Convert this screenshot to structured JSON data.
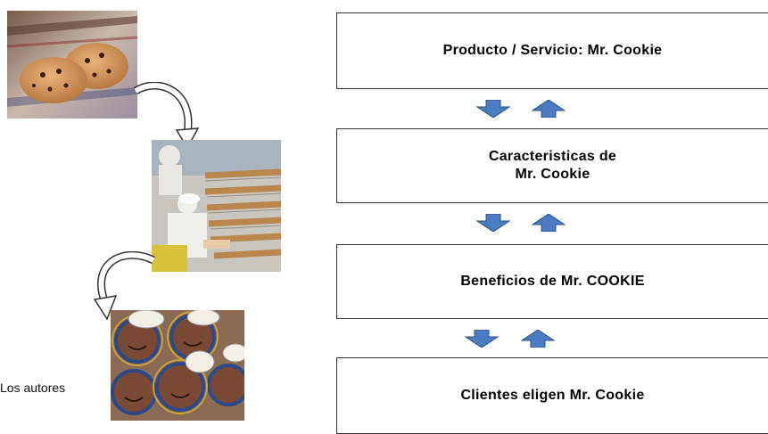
{
  "photos": {
    "cookies": {
      "icon": "cookies-photo"
    },
    "factory": {
      "icon": "cookie-factory-photo"
    },
    "smiley": {
      "icon": "smiley-cookies-photo"
    }
  },
  "caption": "Los autores",
  "boxes": [
    {
      "lines": [
        "Producto / Servicio: Mr. Cookie"
      ]
    },
    {
      "lines": [
        "Caracteristicas de",
        "Mr. Cookie"
      ]
    },
    {
      "lines": [
        "Beneficios de Mr. COOKIE"
      ]
    },
    {
      "lines": [
        "Clientes eligen Mr. Cookie"
      ]
    }
  ],
  "arrow_color": "#4a7cc2",
  "arrow_pairs": [
    {
      "down": "arrow-down-icon",
      "up": "arrow-up-icon"
    },
    {
      "down": "arrow-down-icon",
      "up": "arrow-up-icon"
    },
    {
      "down": "arrow-down-icon",
      "up": "arrow-up-icon"
    }
  ]
}
